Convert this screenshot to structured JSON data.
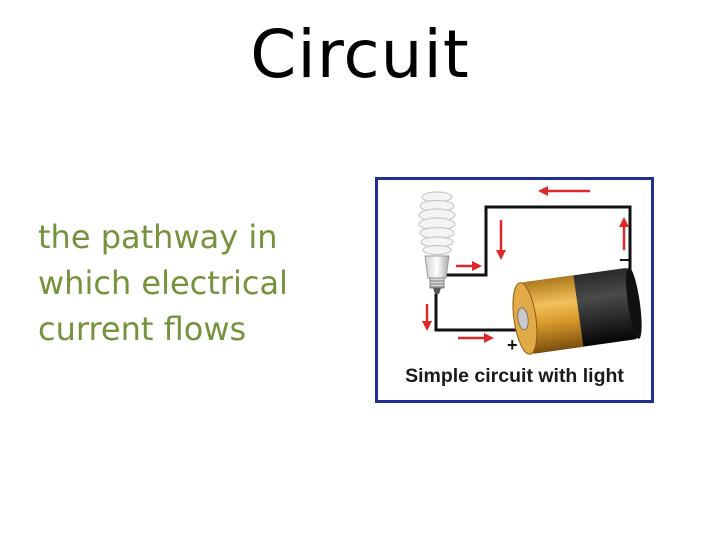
{
  "slide": {
    "title": "Circuit",
    "definition_lines": [
      "the pathway in",
      "which electrical",
      "current flows"
    ]
  },
  "figure": {
    "caption": "Simple circuit with light",
    "battery_plus": "+",
    "battery_minus": "−",
    "colors": {
      "border": "#1f2e8f",
      "arrow": "#e0282a",
      "wire": "#111111",
      "text_green": "#76923c"
    },
    "icons": [
      "light-bulb-icon",
      "battery-icon",
      "arrow-icon"
    ]
  }
}
